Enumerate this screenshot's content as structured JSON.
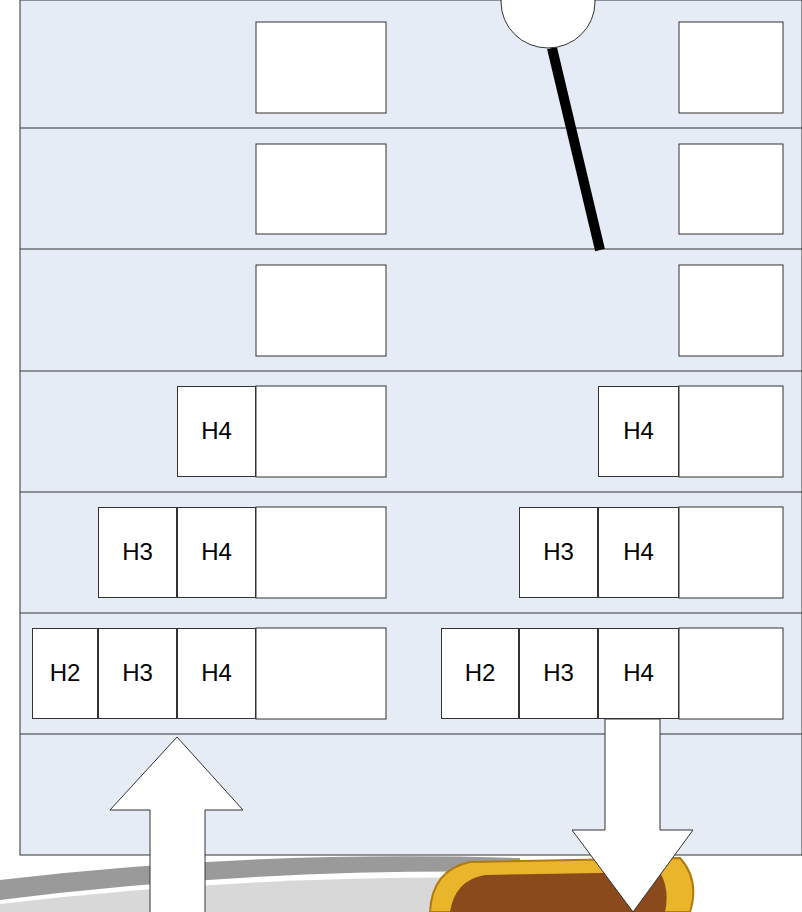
{
  "diagram": {
    "nodes": [
      {
        "text": [
          "H4"
        ]
      },
      {
        "text": [
          "H4"
        ]
      },
      {
        "text": [
          "H3"
        ]
      },
      {
        "text": [
          "H4"
        ]
      },
      {
        "text": [
          "H3"
        ]
      },
      {
        "text": [
          "H4"
        ]
      },
      {
        "text": [
          "H2"
        ]
      },
      {
        "text": [
          "H3"
        ]
      },
      {
        "text": [
          "H4"
        ]
      },
      {
        "text": [
          "H2"
        ]
      },
      {
        "text": [
          "H3"
        ]
      },
      {
        "text": [
          "H4"
        ]
      }
    ]
  }
}
